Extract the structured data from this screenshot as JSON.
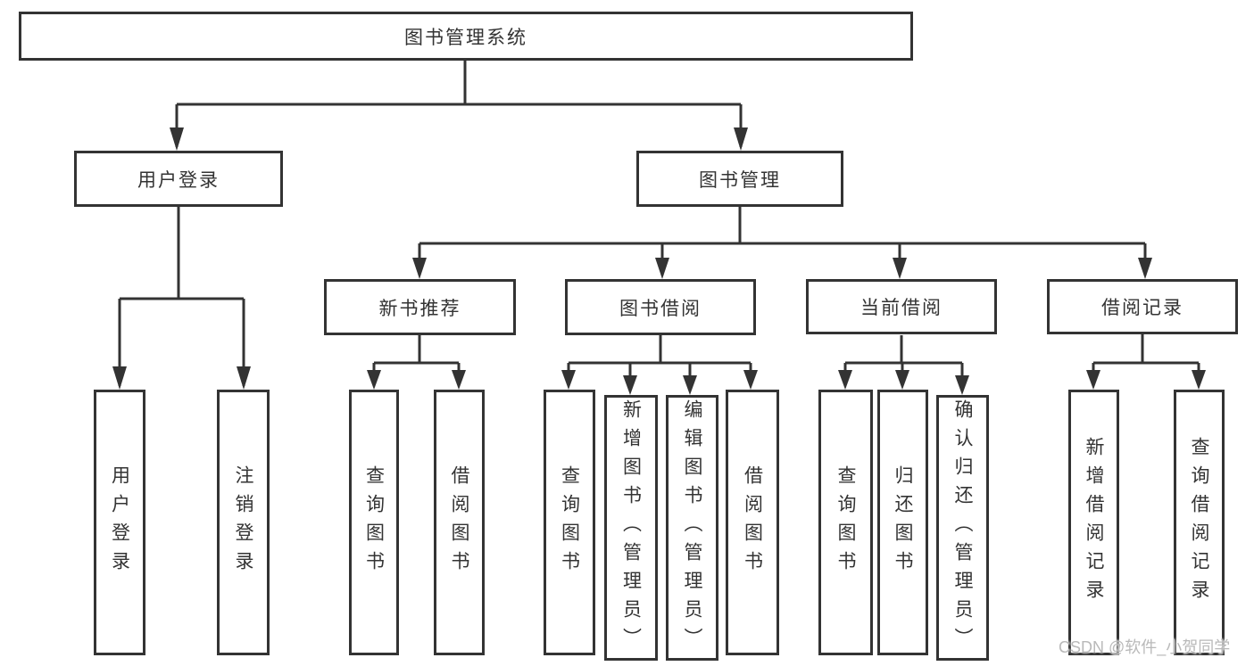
{
  "root": {
    "label": "图书管理系统"
  },
  "level2": {
    "user_login": "用户登录",
    "book_mgmt": "图书管理"
  },
  "level3": {
    "new_books": "新书推荐",
    "book_borrow": "图书借阅",
    "current_borrow": "当前借阅",
    "borrow_records": "借阅记录"
  },
  "level4": {
    "user_login_leaf": "用户登录",
    "logout": "注销登录",
    "nb_query": "查询图书",
    "nb_borrow": "借阅图书",
    "bb_query": "查询图书",
    "bb_add": "新增图书（管理员）",
    "bb_edit": "编辑图书（管理员）",
    "bb_borrow": "借阅图书",
    "cb_query": "查询图书",
    "cb_return": "归还图书",
    "cb_confirm": "确认归还（管理员）",
    "br_add": "新增借阅记录",
    "br_query": "查询借阅记录"
  },
  "watermark": "CSDN @软件_小贺同学",
  "colors": {
    "line": "#333333",
    "text": "#333333",
    "background": "#ffffff",
    "watermark": "#b9b9b9"
  }
}
